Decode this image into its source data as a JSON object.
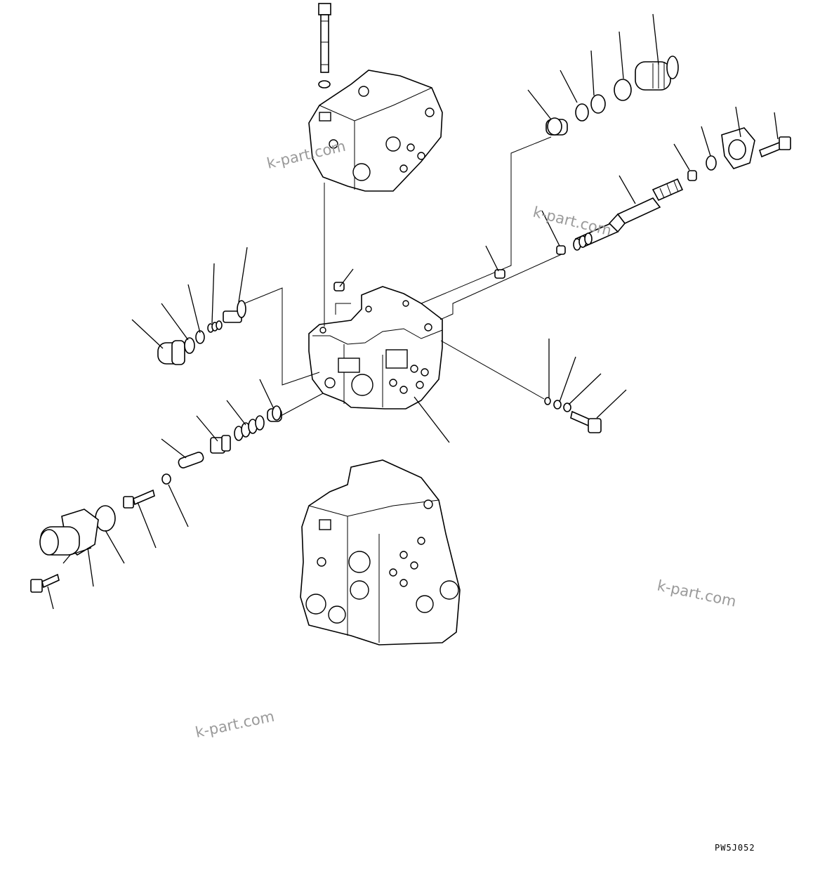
{
  "watermarks": [
    "k-part.com",
    "k-part.com",
    "k-part.com",
    "k-part.com"
  ],
  "drawing_code": "PW5J052"
}
